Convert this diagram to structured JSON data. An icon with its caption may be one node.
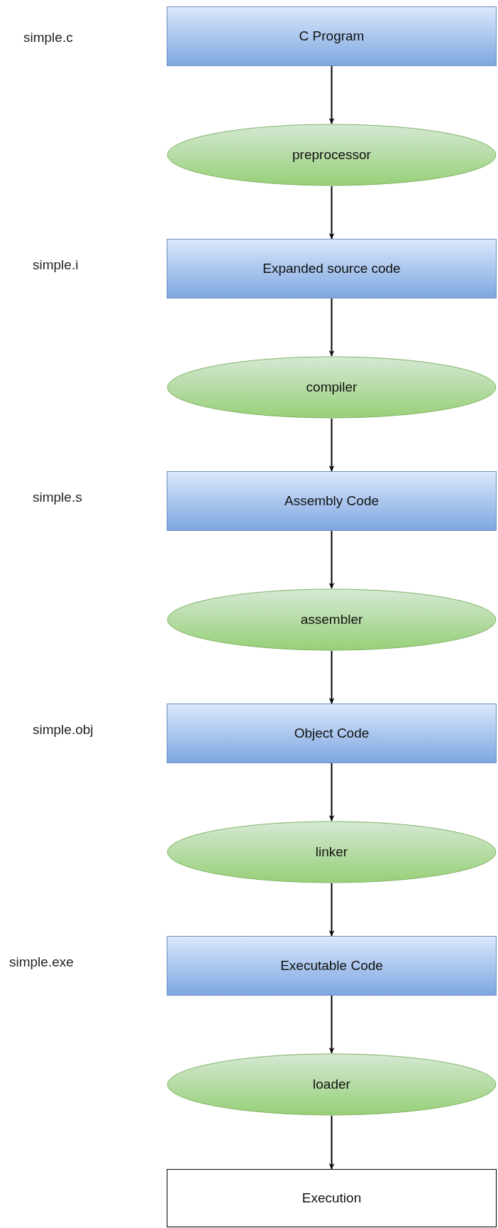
{
  "diagram": {
    "nodes": [
      {
        "text": [
          "C Program"
        ]
      },
      {
        "text": [
          "preprocessor"
        ]
      },
      {
        "text": [
          "Expanded source code"
        ]
      },
      {
        "text": [
          "compiler"
        ]
      },
      {
        "text": [
          "Assembly Code"
        ]
      },
      {
        "text": [
          "assembler"
        ]
      },
      {
        "text": [
          "Object Code"
        ]
      },
      {
        "text": [
          "linker"
        ]
      },
      {
        "text": [
          "Executable Code"
        ]
      },
      {
        "text": [
          "loader"
        ]
      },
      {
        "text": [
          "Execution"
        ]
      }
    ],
    "edges": [
      {
        "from": 0,
        "to": 1,
        "arrow": "to"
      },
      {
        "from": 1,
        "to": 2,
        "arrow": "to"
      },
      {
        "from": 2,
        "to": 3,
        "arrow": "to"
      },
      {
        "from": 3,
        "to": 4,
        "arrow": "to"
      },
      {
        "from": 4,
        "to": 5,
        "arrow": "to"
      },
      {
        "from": 5,
        "to": 6,
        "arrow": "to"
      },
      {
        "from": 6,
        "to": 7,
        "arrow": "to"
      },
      {
        "from": 7,
        "to": 8,
        "arrow": "to"
      },
      {
        "from": 8,
        "to": 9,
        "arrow": "to"
      },
      {
        "from": 9,
        "to": 10,
        "arrow": "to"
      }
    ],
    "labels": [
      "simple.c",
      "simple.i",
      "simple.s",
      "simple.obj",
      "simple.exe"
    ]
  }
}
